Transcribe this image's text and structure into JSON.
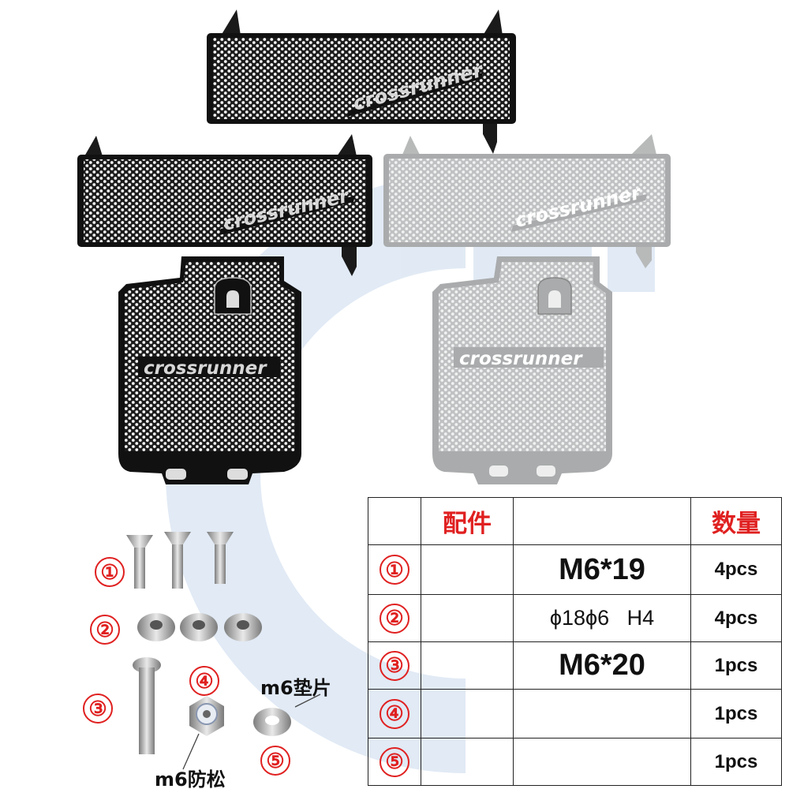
{
  "brand": {
    "logo_text": "crossrunner"
  },
  "parts": [
    {
      "num": "①",
      "spec": "M6*19",
      "qty": "4pcs"
    },
    {
      "num": "②",
      "spec": "ϕ18ϕ6   H4",
      "qty": "4pcs"
    },
    {
      "num": "③",
      "spec": "M6*20",
      "qty": "1pcs"
    },
    {
      "num": "④",
      "spec": "",
      "qty": "1pcs"
    },
    {
      "num": "⑤",
      "spec": "",
      "qty": "1pcs"
    }
  ],
  "table": {
    "header_parts": "配件",
    "header_qty": "数量"
  },
  "callouts": {
    "washer": "m6垫片",
    "locknut": "m6防松"
  },
  "colors": {
    "accent": "#e02020",
    "black_finish": "#1c1c1c",
    "silver_finish": "#c4c6c7",
    "watermark": "#c9d9ec"
  }
}
